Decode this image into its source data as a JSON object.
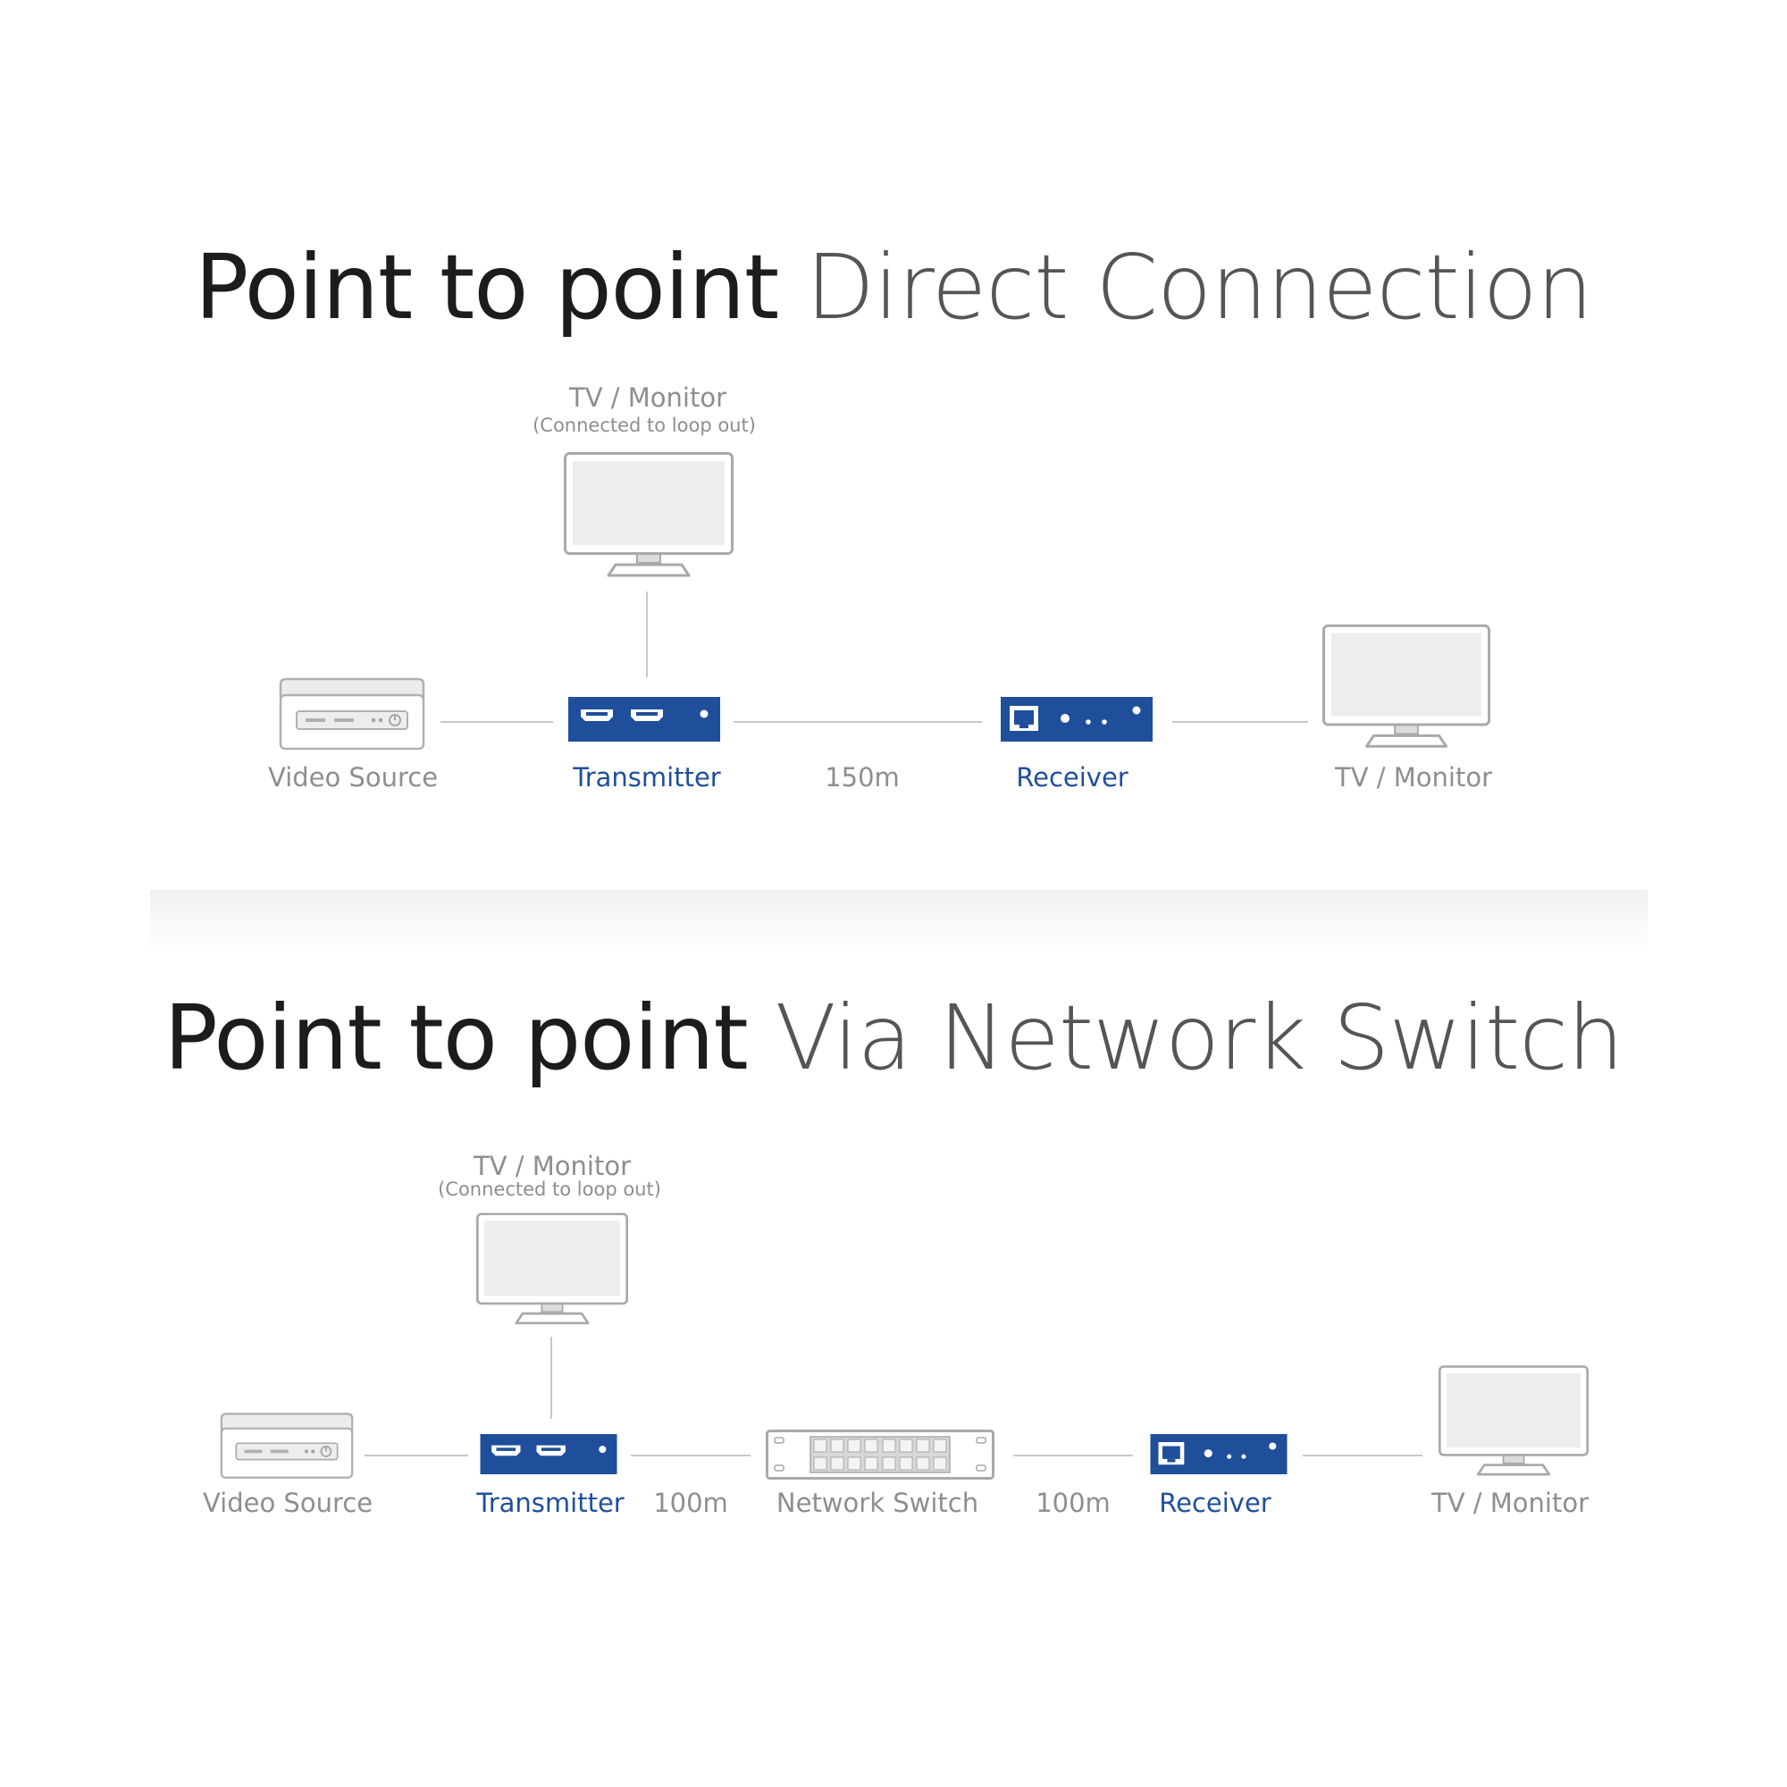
{
  "sections": [
    {
      "title_bold": "Point to point",
      "title_light": "Direct Connection",
      "loop_monitor_label": "TV / Monitor",
      "loop_monitor_sub": "(Connected to loop out)",
      "labels": {
        "source": "Video Source",
        "transmitter": "Transmitter",
        "distance": "150m",
        "receiver": "Receiver",
        "monitor": "TV / Monitor"
      }
    },
    {
      "title_bold": "Point to point",
      "title_light": "Via Network Switch",
      "loop_monitor_label": "TV / Monitor",
      "loop_monitor_sub": "(Connected to loop out)",
      "labels": {
        "source": "Video Source",
        "transmitter": "Transmitter",
        "distance_1": "100m",
        "switch": "Network Switch",
        "distance_2": "100m",
        "receiver": "Receiver",
        "monitor": "TV / Monitor"
      }
    }
  ],
  "colors": {
    "device_blue": "#1f4f9b",
    "label_blue": "#1f4f9b",
    "line_gray": "#c8c8c8",
    "text_gray": "#8e8e8e"
  }
}
